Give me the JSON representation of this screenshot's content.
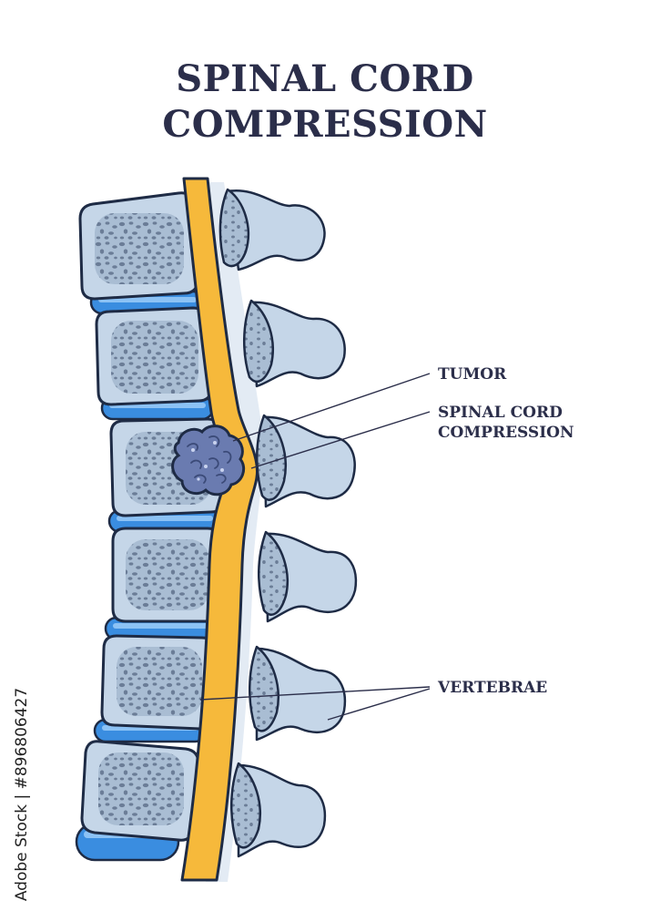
{
  "title": {
    "line1": "SPINAL CORD",
    "line2": "COMPRESSION"
  },
  "labels": {
    "tumor": "TUMOR",
    "compression_line1": "SPINAL CORD",
    "compression_line2": "COMPRESSION",
    "vertebrae": "VERTEBRAE"
  },
  "stock_id": "Adobe Stock | #896806427",
  "colors": {
    "text": "#2b2e4a",
    "vertebra_fill": "#c5d6e8",
    "vertebra_stroke": "#1e2b45",
    "disc": "#3a8de0",
    "spinal_cord": "#f6b93b",
    "tumor": "#6a7bb0"
  }
}
